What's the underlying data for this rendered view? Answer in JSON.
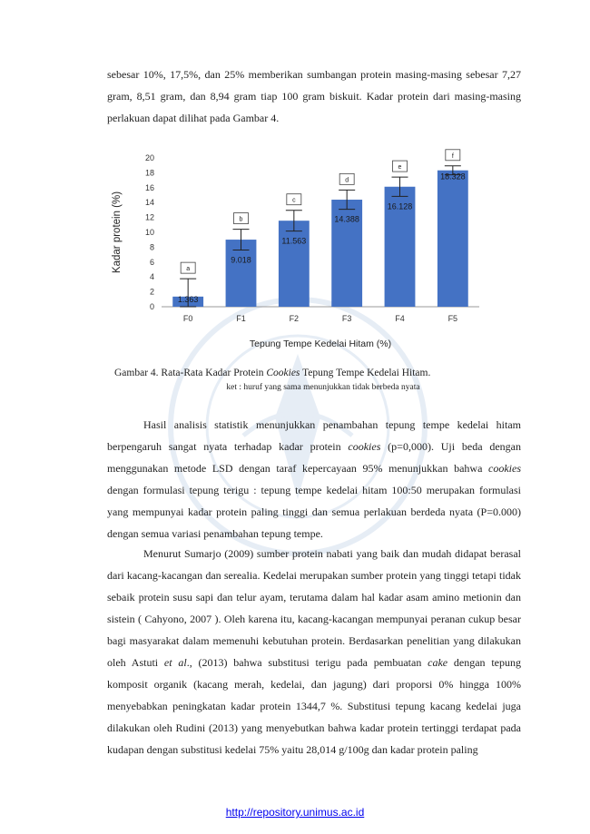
{
  "paragraph_top": [
    "sebesar 10%, 17,5%, dan 25% memberikan sumbangan protein masing-masing sebesar 7,27 gram, 8,51 gram, dan 8,94 gram tiap 100 gram biskuit. Kadar protein dari masing-masing perlakuan dapat dilihat pada Gambar 4."
  ],
  "chart_data": {
    "type": "bar",
    "categories": [
      "F0",
      "F1",
      "F2",
      "F3",
      "F4",
      "F5"
    ],
    "values": [
      1.363,
      9.018,
      11.563,
      14.388,
      16.128,
      18.328
    ],
    "value_labels": [
      "1.363",
      "9.018",
      "11.563",
      "14.388",
      "16.128",
      "18.328"
    ],
    "error": [
      2.4,
      1.4,
      1.4,
      1.3,
      1.3,
      0.6
    ],
    "letters": [
      "a",
      "b",
      "c",
      "d",
      "e",
      "f"
    ],
    "ylim": [
      0,
      20
    ],
    "yticks": [
      "0",
      "2",
      "4",
      "6",
      "8",
      "10",
      "12",
      "14",
      "16",
      "18",
      "20"
    ],
    "xlabel": "Tepung Tempe Kedelai Hitam (%)",
    "ylabel": "Kadar protein (%)",
    "grid": false,
    "bar_color": "#4472c4"
  },
  "caption": {
    "prefix": "Gambar 4. Rata-Rata Kadar Protein ",
    "italic": "Cookies",
    "suffix": " Tepung Tempe Kedelai Hitam.",
    "note": "ket : huruf yang sama menunjukkan tidak berbeda nyata"
  },
  "paragraph_2": {
    "part1": "Hasil analisis statistik menunjukkan penambahan tepung tempe kedelai hitam berpengaruh sangat nyata terhadap kadar protein ",
    "italic1": "cookies",
    "part2": " (p=0,000). Uji beda dengan menggunakan metode LSD dengan taraf kepercayaan 95% menunjukkan bahwa ",
    "italic2": "cookies",
    "part3": " dengan formulasi tepung terigu : tepung tempe kedelai hitam 100:50 merupakan formulasi yang mempunyai kadar protein paling tinggi dan semua perlakuan berdeda nyata (P=0.000) dengan semua variasi penambahan tepung tempe."
  },
  "paragraph_3": {
    "part1": "Menurut Sumarjo (2009) sumber protein nabati yang baik dan mudah didapat berasal dari kacang-kacangan dan serealia. Kedelai merupakan sumber protein yang tinggi tetapi tidak sebaik protein susu sapi dan telur ayam, terutama dalam hal kadar asam amino metionin dan sistein ( Cahyono, 2007 ). Oleh karena itu, kacang-kacangan mempunyai peranan cukup besar bagi masyarakat dalam memenuhi kebutuhan protein. Berdasarkan penelitian yang dilakukan oleh Astuti ",
    "italic1": "et al",
    "part2": "., (2013) bahwa substitusi terigu pada pembuatan ",
    "italic2": "cake",
    "part3": " dengan tepung komposit organik (kacang merah, kedelai, dan jagung) dari proporsi 0% hingga 100% menyebabkan peningkatan kadar protein 1344,7 %. Substitusi tepung kacang kedelai juga dilakukan oleh Rudini (2013) yang menyebutkan bahwa kadar protein tertinggi terdapat pada kudapan dengan substitusi kedelai 75% yaitu 28,014 g/100g dan kadar protein paling"
  },
  "footer": {
    "link": "http://repository.unimus.ac.id"
  }
}
